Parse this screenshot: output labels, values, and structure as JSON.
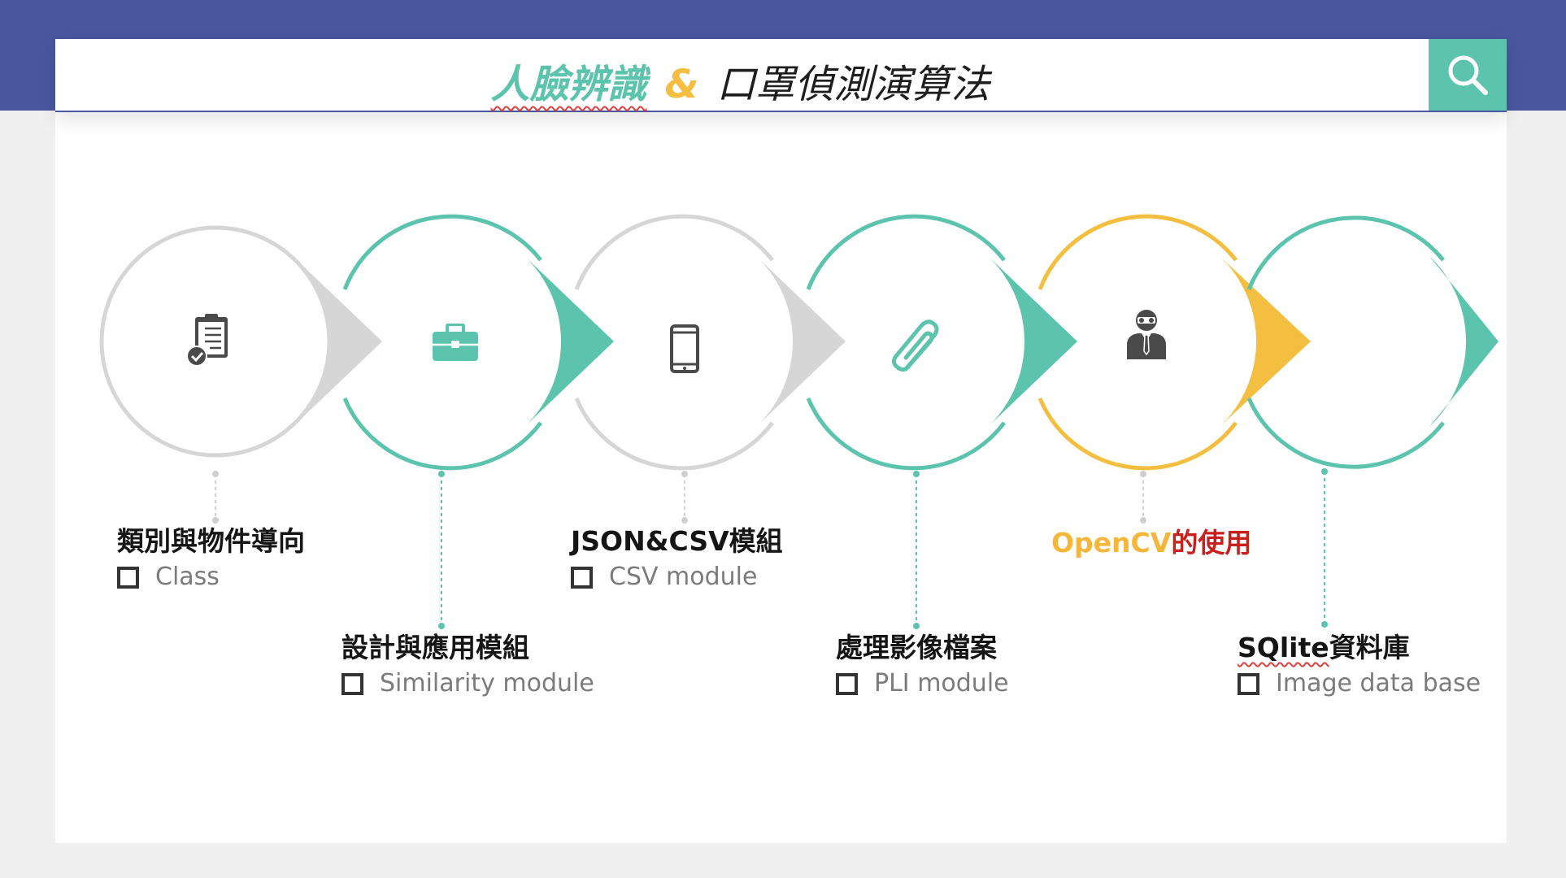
{
  "header": {
    "title_part1": "人臉辨識",
    "title_amp": "&",
    "title_part2": "口罩偵測演算法"
  },
  "icons": {
    "search": "search-icon",
    "steps": [
      "clipboard-check-icon",
      "briefcase-icon",
      "smartphone-icon",
      "paperclip-icon",
      "businessman-icon",
      "database-step"
    ]
  },
  "colors": {
    "band": "#4a569d",
    "teal": "#5cc4ad",
    "gray": "#d6d6d6",
    "yellow": "#f4bf40",
    "red": "#c8201c"
  },
  "steps": [
    {
      "title": "類別與物件導向",
      "sub": "Class"
    },
    {
      "title": "設計與應用模組",
      "sub": "Similarity module"
    },
    {
      "title": "JSON&CSV模組",
      "sub": "CSV module"
    },
    {
      "title": "處理影像檔案",
      "sub": "PLI module"
    },
    {
      "title_en": "OpenCV",
      "title_cn": "的使用"
    },
    {
      "title_wavy": "SQlite",
      "title_rest": "資料庫",
      "sub": "Image data base"
    }
  ]
}
